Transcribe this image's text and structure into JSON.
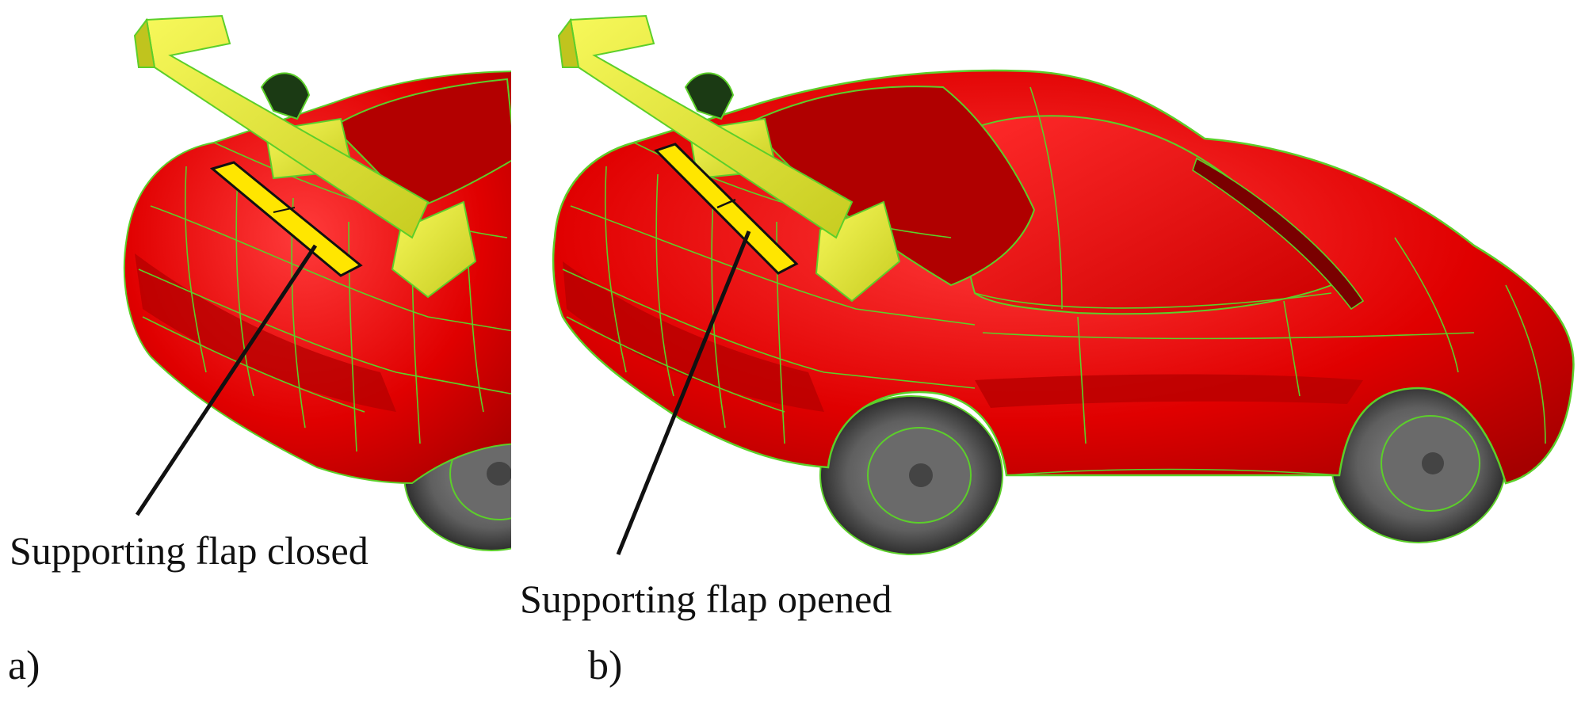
{
  "panels": [
    {
      "id": "a",
      "label": "a)",
      "callout": "Supporting flap closed"
    },
    {
      "id": "b",
      "label": "b)",
      "callout": "Supporting flap opened"
    }
  ],
  "colors": {
    "body": "#e00000",
    "body_shadow": "#a80000",
    "body_highlight": "#ff4a4a",
    "mesh": "#5ccf2a",
    "wing": "#eef23a",
    "wing_shadow": "#b8bf1c",
    "flap": "#ffe600",
    "tire": "#5f5f5f",
    "tire_shadow": "#3a3a3a",
    "leader": "#111111"
  },
  "icons": [
    "car-model-closed-flap",
    "car-model-opened-flap"
  ]
}
